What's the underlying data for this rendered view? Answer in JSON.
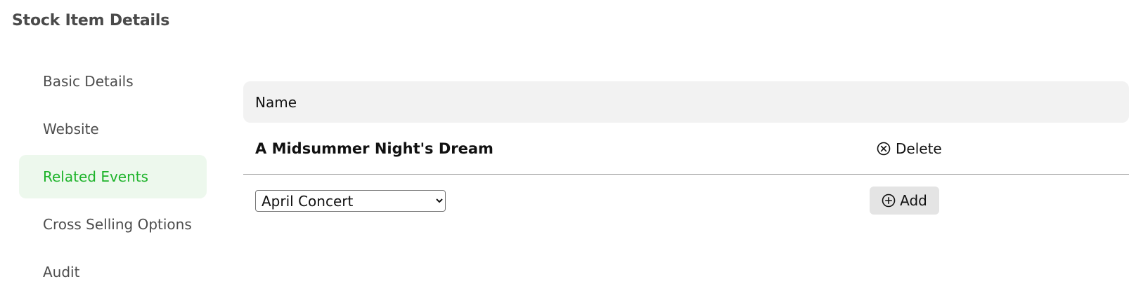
{
  "page": {
    "title": "Stock Item Details"
  },
  "sidebar": {
    "items": [
      {
        "label": "Basic Details",
        "active": false
      },
      {
        "label": "Website",
        "active": false
      },
      {
        "label": "Related Events",
        "active": true
      },
      {
        "label": "Cross Selling Options",
        "active": false
      },
      {
        "label": "Audit",
        "active": false
      }
    ],
    "active_color": "#1db32a",
    "active_background": "#edf8ed"
  },
  "table": {
    "header": {
      "name": "Name"
    },
    "rows": [
      {
        "name": "A Midsummer Night's Dream",
        "delete_label": "Delete",
        "delete_icon": "circle-x-icon"
      }
    ]
  },
  "add_form": {
    "select": {
      "selected_value": "April Concert"
    },
    "add_label": "Add",
    "add_icon": "circle-plus-icon"
  }
}
